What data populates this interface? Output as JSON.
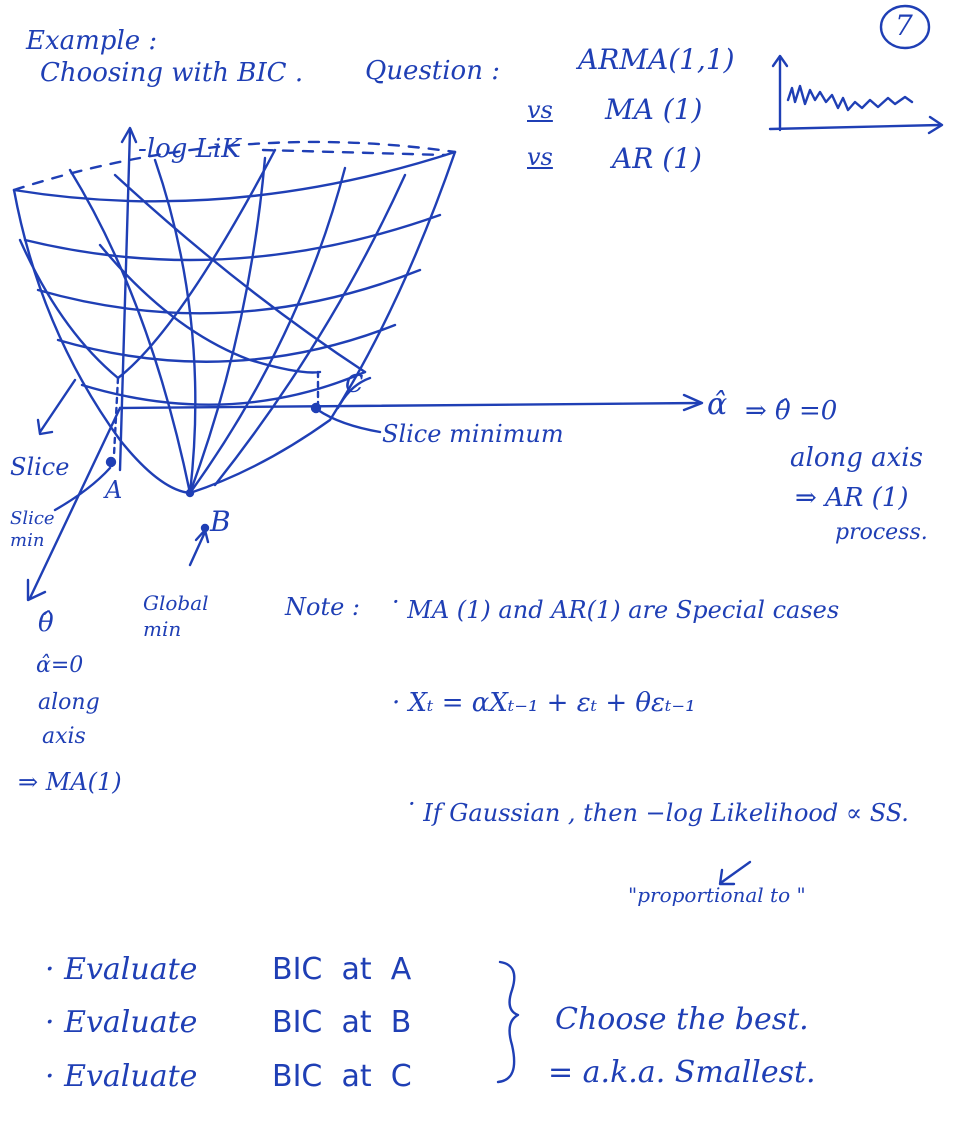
{
  "page_number": "7",
  "title": {
    "line1": "Example :",
    "line2": "Choosing with BIC ."
  },
  "question": {
    "label": "Question :",
    "models": [
      "ARMA(1,1)",
      "MA (1)",
      "AR (1)"
    ],
    "vs": "vs"
  },
  "diagram": {
    "neg_log_lik": "-log LiK",
    "point_a": "A",
    "point_b": "B",
    "point_c": "C",
    "slice": "Slice",
    "slice_min": "Slice min",
    "slice_minimum": "Slice minimum",
    "global_min": "Global min",
    "alpha_hat": "α̂",
    "theta_hat": "θ̂",
    "alpha_axis_note": [
      "⇒ θ̂ =0",
      "along axis",
      "⇒ AR (1)",
      "process."
    ],
    "theta_axis_note": [
      "α̂=0",
      "along",
      "axis",
      "⇒ MA(1)"
    ]
  },
  "note": {
    "label": "Note :",
    "bullets": [
      "MA (1) and AR(1) are Special cases",
      "Xₜ = αXₜ₋₁ + εₜ + θεₜ₋₁",
      "If Gaussian , then −log Likelihood ∝ SS."
    ],
    "proportional": "\"proportional to \""
  },
  "evaluate": {
    "rows": [
      {
        "verb": "Evaluate",
        "what": "BIC",
        "at": "at",
        "point": "A"
      },
      {
        "verb": "Evaluate",
        "what": "BIC",
        "at": "at",
        "point": "B"
      },
      {
        "verb": "Evaluate",
        "what": "BIC",
        "at": "at",
        "point": "C"
      }
    ],
    "choose": "Choose the best.",
    "aka": "= a.k.a. Smallest."
  },
  "colors": {
    "ink": "#1f3fb5",
    "paper": "#ffffff"
  }
}
